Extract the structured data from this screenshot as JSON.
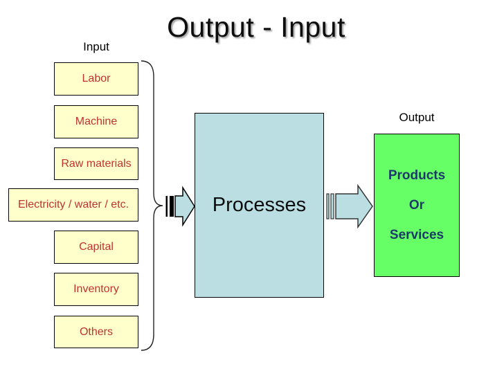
{
  "title": "Output - Input",
  "input": {
    "label": "Input",
    "items": [
      "Labor",
      "Machine",
      "Raw materials",
      "Electricity / water / etc.",
      "Capital",
      "Inventory",
      "Others"
    ]
  },
  "process": {
    "label": "Processes"
  },
  "output": {
    "label": "Output",
    "lines": [
      "Products",
      "Or",
      "Services"
    ]
  },
  "icons": {
    "brace": "right-curly-brace-icon",
    "left_arrow": "striped-right-arrow-icon",
    "right_arrow": "striped-right-arrow-icon"
  },
  "colors": {
    "background": "#ffffff",
    "input_box_fill": "#ffffcc",
    "input_box_border": "#000000",
    "input_text": "#c03232",
    "process_fill": "#badee2",
    "process_text": "#0d0d0d",
    "output_fill": "#66ff66",
    "output_text": "#1b3a68",
    "title_text": "#0d0d0d"
  }
}
